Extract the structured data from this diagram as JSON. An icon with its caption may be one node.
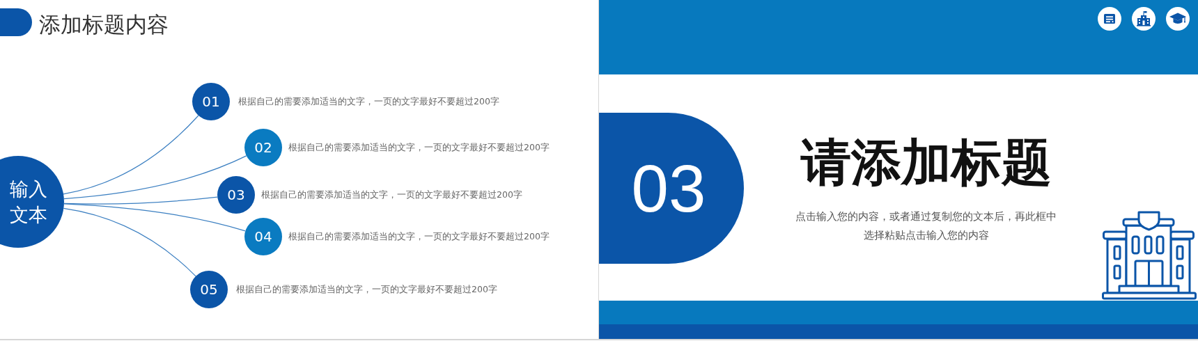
{
  "diagram": {
    "title": "添加标题内容",
    "nodes": [
      {
        "text": [
          "输入文本"
        ]
      },
      {
        "text": [
          "01"
        ],
        "beside": [
          "根据自己的需要添加适当的文字，一页的文字最好不要超过200字"
        ]
      },
      {
        "text": [
          "02"
        ],
        "beside": [
          "根据自己的需要添加适当的文字，一页的文字最好不要超过200字"
        ]
      },
      {
        "text": [
          "03"
        ],
        "beside": [
          "根据自己的需要添加适当的文字，一页的文字最好不要超过200字"
        ]
      },
      {
        "text": [
          "04"
        ],
        "beside": [
          "根据自己的需要添加适当的文字，一页的文字最好不要超过200字"
        ]
      },
      {
        "text": [
          "05"
        ],
        "beside": [
          "根据自己的需要添加适当的文字，一页的文字最好不要超过200字"
        ]
      },
      {
        "text": [
          "03"
        ]
      }
    ],
    "edges": [
      {
        "from": 0,
        "to": 1,
        "arrow": "none"
      },
      {
        "from": 0,
        "to": 2,
        "arrow": "none"
      },
      {
        "from": 0,
        "to": 3,
        "arrow": "none"
      },
      {
        "from": 0,
        "to": 4,
        "arrow": "none"
      },
      {
        "from": 0,
        "to": 5,
        "arrow": "none"
      }
    ],
    "labels": [
      "请添加标题",
      "点击输入您的内容，或者通过复制您的文本后，再此框中选择粘贴点击输入您的内容"
    ]
  }
}
